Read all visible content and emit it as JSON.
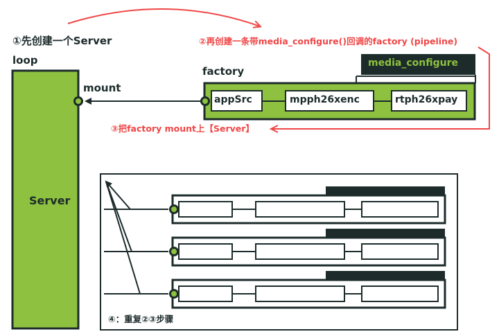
{
  "step1": {
    "label": "①先创建一个Server"
  },
  "step2": {
    "label": "②再创建一条带media_configure()回调的factory (pipeline)"
  },
  "step3": {
    "label": "③把factory mount上【Server】"
  },
  "step4": {
    "label": "④：重复②③步骤"
  },
  "server": {
    "loop_label": "loop",
    "name": "Server",
    "mount_label": "mount"
  },
  "factory": {
    "label": "factory",
    "callback_tag": "media_configure",
    "elements": [
      "appSrc",
      "mpph26xenc",
      "rtph26xpay"
    ]
  },
  "colors": {
    "green": "#8dc13f",
    "dark": "#1d2b2b",
    "red": "#f04646"
  }
}
